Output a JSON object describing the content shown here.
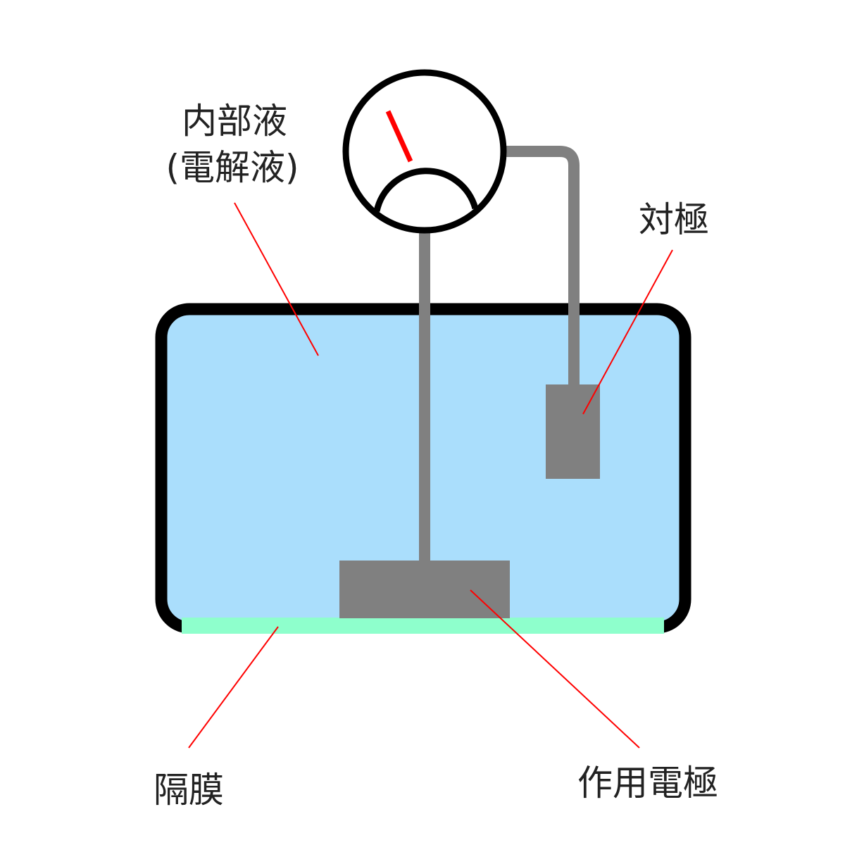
{
  "labels": {
    "internal_liquid": "内部液",
    "electrolyte": "(電解液)",
    "counter_electrode": "対極",
    "membrane": "隔膜",
    "working_electrode": "作用電極"
  },
  "colors": {
    "liquid": "#aadefc",
    "membrane": "#8effcc",
    "electrode": "#808080",
    "container_outline": "#000000",
    "needle": "#ff0000",
    "leader_line": "#ff0000"
  }
}
